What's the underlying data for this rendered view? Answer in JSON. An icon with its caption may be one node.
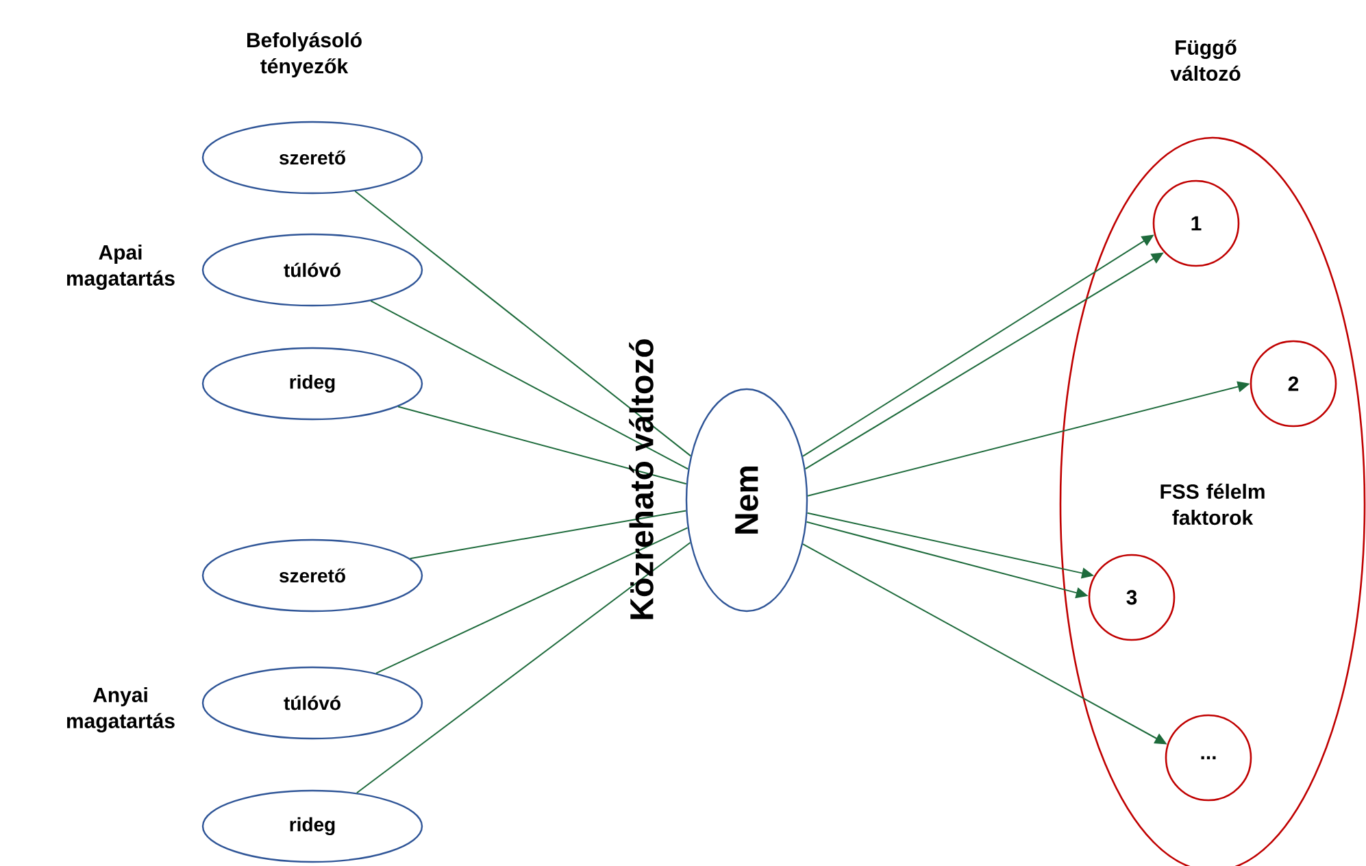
{
  "diagram": {
    "nodes": [
      {
        "text": [
          "szerető"
        ]
      },
      {
        "text": [
          "túlóvó"
        ]
      },
      {
        "text": [
          "rideg"
        ]
      },
      {
        "text": [
          "szerető"
        ]
      },
      {
        "text": [
          "túlóvó"
        ]
      },
      {
        "text": [
          "rideg"
        ]
      },
      {
        "text": [
          "Nem"
        ]
      },
      {
        "text": [
          "FSS félelm faktorok"
        ]
      },
      {
        "text": [
          "1"
        ],
        "in": 7
      },
      {
        "text": [
          "2"
        ],
        "in": 7
      },
      {
        "text": [
          "3"
        ],
        "in": 7
      },
      {
        "text": [
          "..."
        ],
        "in": 7
      }
    ],
    "edges": [
      {
        "from": 0,
        "to": 6,
        "arrow": "none"
      },
      {
        "from": 1,
        "to": 6,
        "arrow": "none"
      },
      {
        "from": 2,
        "to": 6,
        "arrow": "none"
      },
      {
        "from": 3,
        "to": 6,
        "arrow": "none"
      },
      {
        "from": 4,
        "to": 6,
        "arrow": "none"
      },
      {
        "from": 5,
        "to": 6,
        "arrow": "none"
      },
      {
        "from": 6,
        "to": 8,
        "arrow": "to"
      },
      {
        "from": 6,
        "to": 8,
        "arrow": "to"
      },
      {
        "from": 6,
        "to": 9,
        "arrow": "to"
      },
      {
        "from": 6,
        "to": 10,
        "arrow": "to"
      },
      {
        "from": 6,
        "to": 10,
        "arrow": "to"
      },
      {
        "from": 6,
        "to": 11,
        "arrow": "to"
      }
    ],
    "labels": [
      "Befolyásoló tényezők",
      "Függő változó",
      "Apai magatartás",
      "Anyai magatartás",
      "Közreható változó"
    ]
  }
}
